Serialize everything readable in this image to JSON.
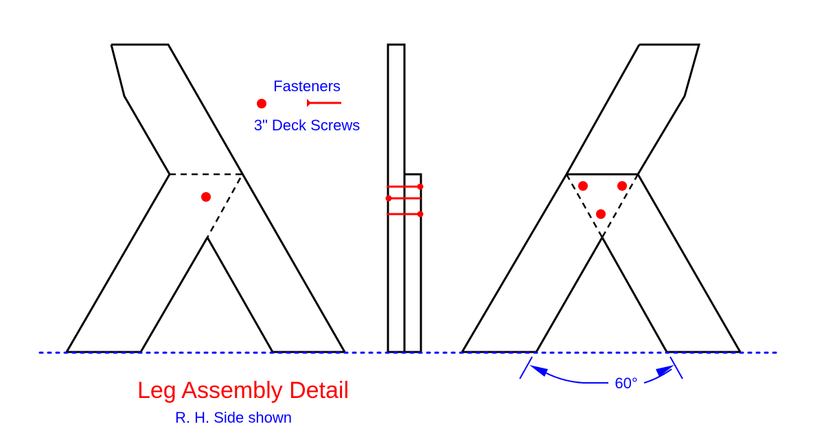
{
  "title": "Leg Assembly Detail",
  "subtitle": "R. H. Side shown",
  "legend": {
    "heading": "Fasteners",
    "label": "3\" Deck Screws"
  },
  "angle_label": "60°",
  "colors": {
    "line": "#000000",
    "screw": "#ff0000",
    "annotation": "#0000ff",
    "title": "#ff0000"
  }
}
